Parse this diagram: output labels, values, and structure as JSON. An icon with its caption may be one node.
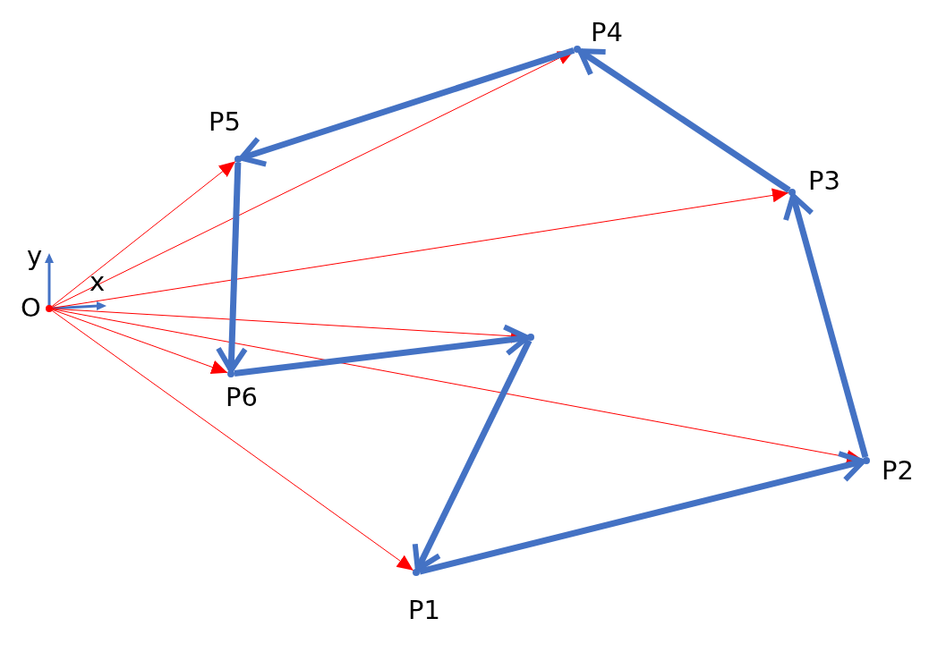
{
  "diagram": {
    "nodes": [
      {
        "text": [],
        "shape": "circle"
      },
      {
        "text": [],
        "shape": "dot"
      },
      {
        "text": [],
        "shape": "dot"
      },
      {
        "text": [],
        "shape": "dot"
      },
      {
        "text": [],
        "shape": "dot"
      },
      {
        "text": [],
        "shape": "dot"
      },
      {
        "text": [],
        "shape": "dot"
      },
      {
        "text": [],
        "shape": "dot"
      }
    ],
    "edges": [
      {
        "from": 0,
        "to": 3,
        "arrow": "to",
        "color": "#ff0000"
      },
      {
        "from": 0,
        "to": 7,
        "arrow": "to",
        "color": "#ff0000"
      },
      {
        "from": 0,
        "to": 6,
        "arrow": "to",
        "color": "#ff0000"
      },
      {
        "from": 0,
        "to": 5,
        "arrow": "to",
        "color": "#ff0000"
      },
      {
        "from": 0,
        "to": 2,
        "arrow": "to",
        "color": "#ff0000"
      },
      {
        "from": 0,
        "to": 1,
        "arrow": "to",
        "color": "#ff0000"
      },
      {
        "from": 0,
        "to": 4,
        "arrow": "to",
        "color": "#ff0000"
      },
      {
        "from": 1,
        "to": 4,
        "arrow": "to",
        "style": "thick",
        "color": "#4472c4"
      },
      {
        "from": 4,
        "to": 3,
        "arrow": "to",
        "style": "thick",
        "color": "#4472c4"
      },
      {
        "from": 3,
        "to": 7,
        "arrow": "to",
        "style": "thick",
        "color": "#4472c4"
      },
      {
        "from": 7,
        "to": 6,
        "arrow": "to",
        "style": "thick",
        "color": "#4472c4"
      },
      {
        "from": 6,
        "to": 5,
        "arrow": "to",
        "style": "thick",
        "color": "#4472c4"
      },
      {
        "from": 5,
        "to": 2,
        "arrow": "to",
        "style": "thick",
        "color": "#4472c4"
      },
      {
        "from": 2,
        "to": 1,
        "arrow": "to",
        "style": "thick",
        "color": "#4472c4"
      }
    ],
    "labels": [
      "P4",
      "P5",
      "P3",
      "y",
      "x",
      "O",
      "P6",
      "P2",
      "P1"
    ]
  }
}
